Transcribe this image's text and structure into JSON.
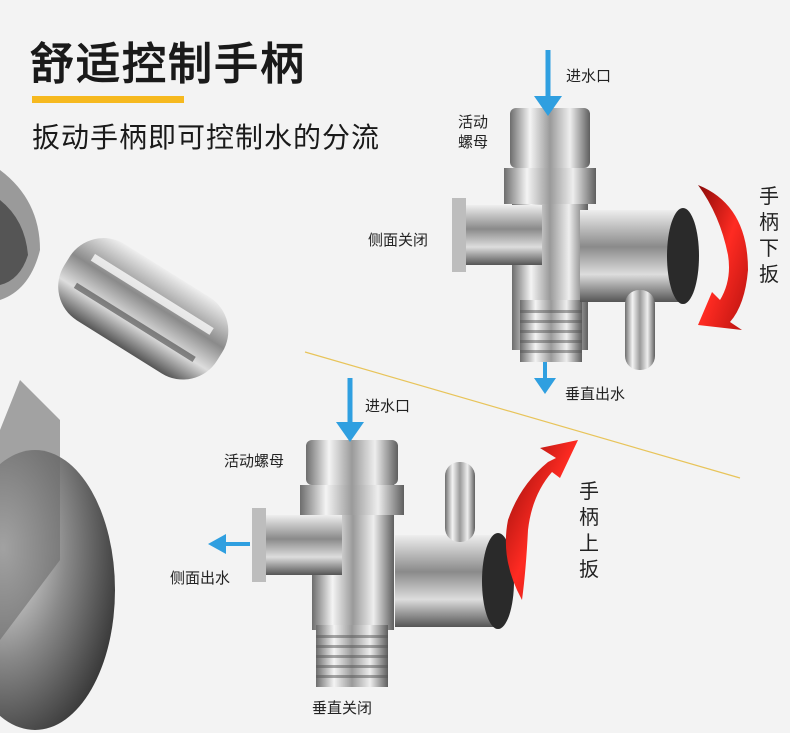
{
  "header": {
    "title": "舒适控制手柄",
    "subtitle": "扳动手柄即可控制水的分流"
  },
  "diagram_top": {
    "inlet_label": "进水口",
    "nut_label": "活动\n螺母",
    "side_label": "侧面关闭",
    "outlet_label": "垂直出水",
    "handle_action": "手柄下扳"
  },
  "diagram_bottom": {
    "inlet_label": "进水口",
    "nut_label": "活动螺母",
    "side_label": "侧面出水",
    "outlet_label": "垂直关闭",
    "handle_action": "手柄上扳"
  },
  "colors": {
    "accent": "#f6b91f",
    "flow_arrow": "#2f9fe0",
    "rotate_arrow": "#e52421"
  }
}
